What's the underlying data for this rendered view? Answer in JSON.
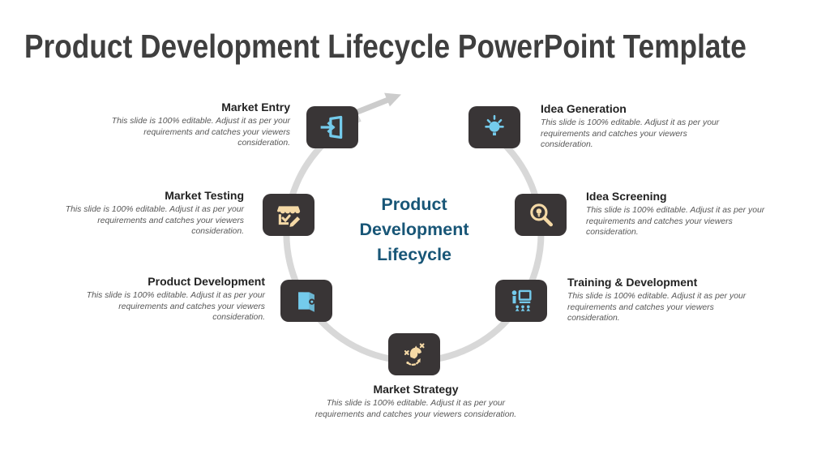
{
  "slide": {
    "title": "Product Development Lifecycle PowerPoint Template",
    "center_title": "Product Development Lifecycle"
  },
  "colors": {
    "accent_blue": "#74cbec",
    "accent_tan": "#f5d9a6",
    "box_bg": "#393536",
    "ring": "#d8d8d8",
    "arrow": "#cccccc",
    "center_text": "#185677",
    "title_text": "#3f3f3f",
    "heading_text": "#222222",
    "desc_text": "#575757"
  },
  "items": [
    {
      "id": "market-entry",
      "label": "Market Entry",
      "icon": "login-icon",
      "icon_color": "blue",
      "desc": "This slide is 100% editable. Adjust it as per your requirements and catches your viewers consideration."
    },
    {
      "id": "idea-generation",
      "label": "Idea Generation",
      "icon": "lightbulb-icon",
      "icon_color": "blue",
      "desc": "This slide is 100% editable. Adjust it as per your requirements and catches your viewers consideration."
    },
    {
      "id": "market-testing",
      "label": "Market Testing",
      "icon": "storefront-check-pencil-icon",
      "icon_color": "tan",
      "desc": "This slide is 100% editable. Adjust it as per your requirements and catches your viewers consideration."
    },
    {
      "id": "idea-screening",
      "label": "Idea Screening",
      "icon": "magnifier-bulb-icon",
      "icon_color": "tan",
      "desc": "This slide is 100% editable. Adjust it as per your requirements and catches your viewers consideration."
    },
    {
      "id": "product-development",
      "label": "Product Development",
      "icon": "package-gear-icon",
      "icon_color": "blue",
      "desc": "This slide is 100% editable. Adjust it as per your requirements and catches your viewers consideration."
    },
    {
      "id": "training-development",
      "label": "Training & Development",
      "icon": "presenter-audience-icon",
      "icon_color": "blue",
      "desc": "This slide is 100% editable. Adjust it as per your requirements and catches your viewers consideration."
    },
    {
      "id": "market-strategy",
      "label": "Market Strategy",
      "icon": "knight-strategy-icon",
      "icon_color": "tan",
      "desc": "This slide is 100% editable. Adjust it as per your requirements and catches your viewers consideration."
    }
  ]
}
